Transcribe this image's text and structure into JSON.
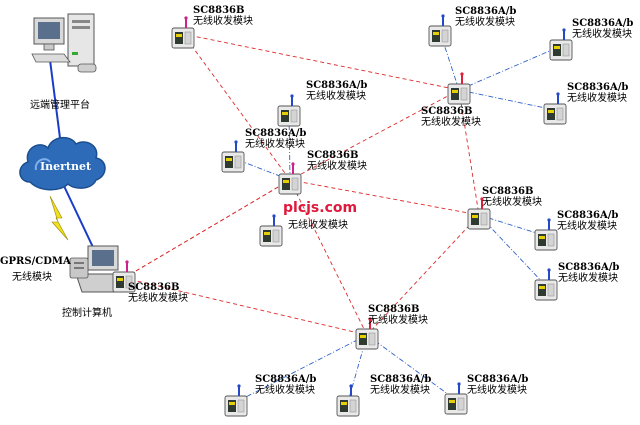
{
  "colors": {
    "red_link": "#dd2b2b",
    "blue_link": "#2f62c8",
    "modem_link": "#1a3cc8",
    "bolt": "#f0e020",
    "cloud": "#2d6bb8",
    "watermark": "#e0183c"
  },
  "labels": {
    "remote_platform": "远端管理平台",
    "internet": "Inertnet",
    "gprs_line1": "GPRS/CDMA",
    "gprs_line2": "无线模块",
    "control_pc": "控制计算机",
    "watermark": "plcjs.com"
  },
  "modules": [
    {
      "id": "m1",
      "code": "SC8836B",
      "name": "无线收发模块",
      "antenna": "pink"
    },
    {
      "id": "m2",
      "code": "SC8836A/b",
      "name": "无线收发模块",
      "antenna": "blue"
    },
    {
      "id": "m3",
      "code": "SC8836A/b",
      "name": "无线收发模块",
      "antenna": "blue"
    },
    {
      "id": "m4",
      "code": "SC8836A/b",
      "name": "无线收发模块",
      "antenna": "blue"
    },
    {
      "id": "m5",
      "code": "SC8836B",
      "name": "无线收发模块",
      "antenna": "red"
    },
    {
      "id": "m6",
      "code": "SC8836A/b",
      "name": "无线收发模块",
      "antenna": "blue"
    },
    {
      "id": "m7",
      "code": "SC8836A/b",
      "name": "无线收发模块",
      "antenna": "blue"
    },
    {
      "id": "m8",
      "code": "SC8836B",
      "name": "无线收发模块",
      "antenna": "pink"
    },
    {
      "id": "m9",
      "code": "",
      "name": "无线收发模块",
      "antenna": "blue"
    },
    {
      "id": "m10",
      "code": "SC8836B",
      "name": "无线收发模块",
      "antenna": "red"
    },
    {
      "id": "m11",
      "code": "SC8836A/b",
      "name": "无线收发模块",
      "antenna": "blue"
    },
    {
      "id": "m12",
      "code": "SC8836A/b",
      "name": "无线收发模块",
      "antenna": "blue"
    },
    {
      "id": "m13",
      "code": "SC8836B",
      "name": "无线收发模块",
      "antenna": "pink"
    },
    {
      "id": "m14",
      "code": "SC8836B",
      "name": "无线收发模块",
      "antenna": "red"
    },
    {
      "id": "m15",
      "code": "SC8836A/b",
      "name": "无线收发模块",
      "antenna": "blue"
    },
    {
      "id": "m16",
      "code": "SC8836A/b",
      "name": "无线收发模块",
      "antenna": "blue"
    },
    {
      "id": "m17",
      "code": "SC8836A/b",
      "name": "无线收发模块",
      "antenna": "blue"
    }
  ],
  "links": {
    "red": [
      [
        "m1",
        "m5"
      ],
      [
        "m1",
        "m8"
      ],
      [
        "m5",
        "m8"
      ],
      [
        "m5",
        "m10"
      ],
      [
        "m8",
        "m10"
      ],
      [
        "m8",
        "m13"
      ],
      [
        "m8",
        "m14"
      ],
      [
        "m10",
        "m14"
      ],
      [
        "m13",
        "m14"
      ],
      [
        "m13",
        "m8"
      ]
    ],
    "blue": [
      [
        "m5",
        "m2"
      ],
      [
        "m5",
        "m3"
      ],
      [
        "m5",
        "m4"
      ],
      [
        "m8",
        "m6"
      ],
      [
        "m8",
        "m7"
      ],
      [
        "m10",
        "m11"
      ],
      [
        "m10",
        "m12"
      ],
      [
        "m14",
        "m15"
      ],
      [
        "m14",
        "m16"
      ],
      [
        "m14",
        "m17"
      ]
    ]
  }
}
